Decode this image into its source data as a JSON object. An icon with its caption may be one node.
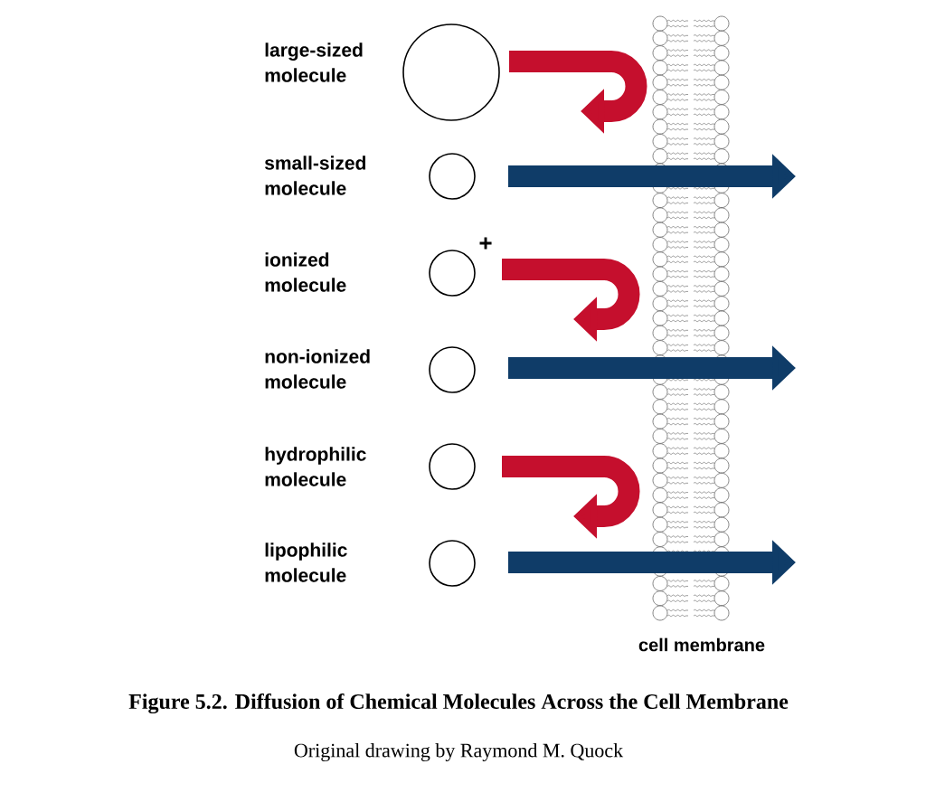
{
  "diagram": {
    "caption": "Figure 5.2. Diffusion of Chemical Molecules Across the Cell Membrane",
    "nodes": [
      {
        "text": [],
        "shape": "circle"
      },
      {
        "text": [],
        "shape": "circle"
      },
      {
        "text": [],
        "shape": "circle"
      },
      {
        "text": [],
        "shape": "circle"
      },
      {
        "text": [],
        "shape": "circle"
      },
      {
        "text": [],
        "shape": "circle"
      },
      {
        "text": [
          "cell membrane"
        ]
      }
    ],
    "labels": [
      "large-sized molecule",
      "small-sized molecule",
      "ionized molecule",
      "+",
      "non-ionized molecule",
      "hydrophilic molecule",
      "lipophilic molecule",
      "Original drawing by Raymond M. Quock"
    ]
  }
}
